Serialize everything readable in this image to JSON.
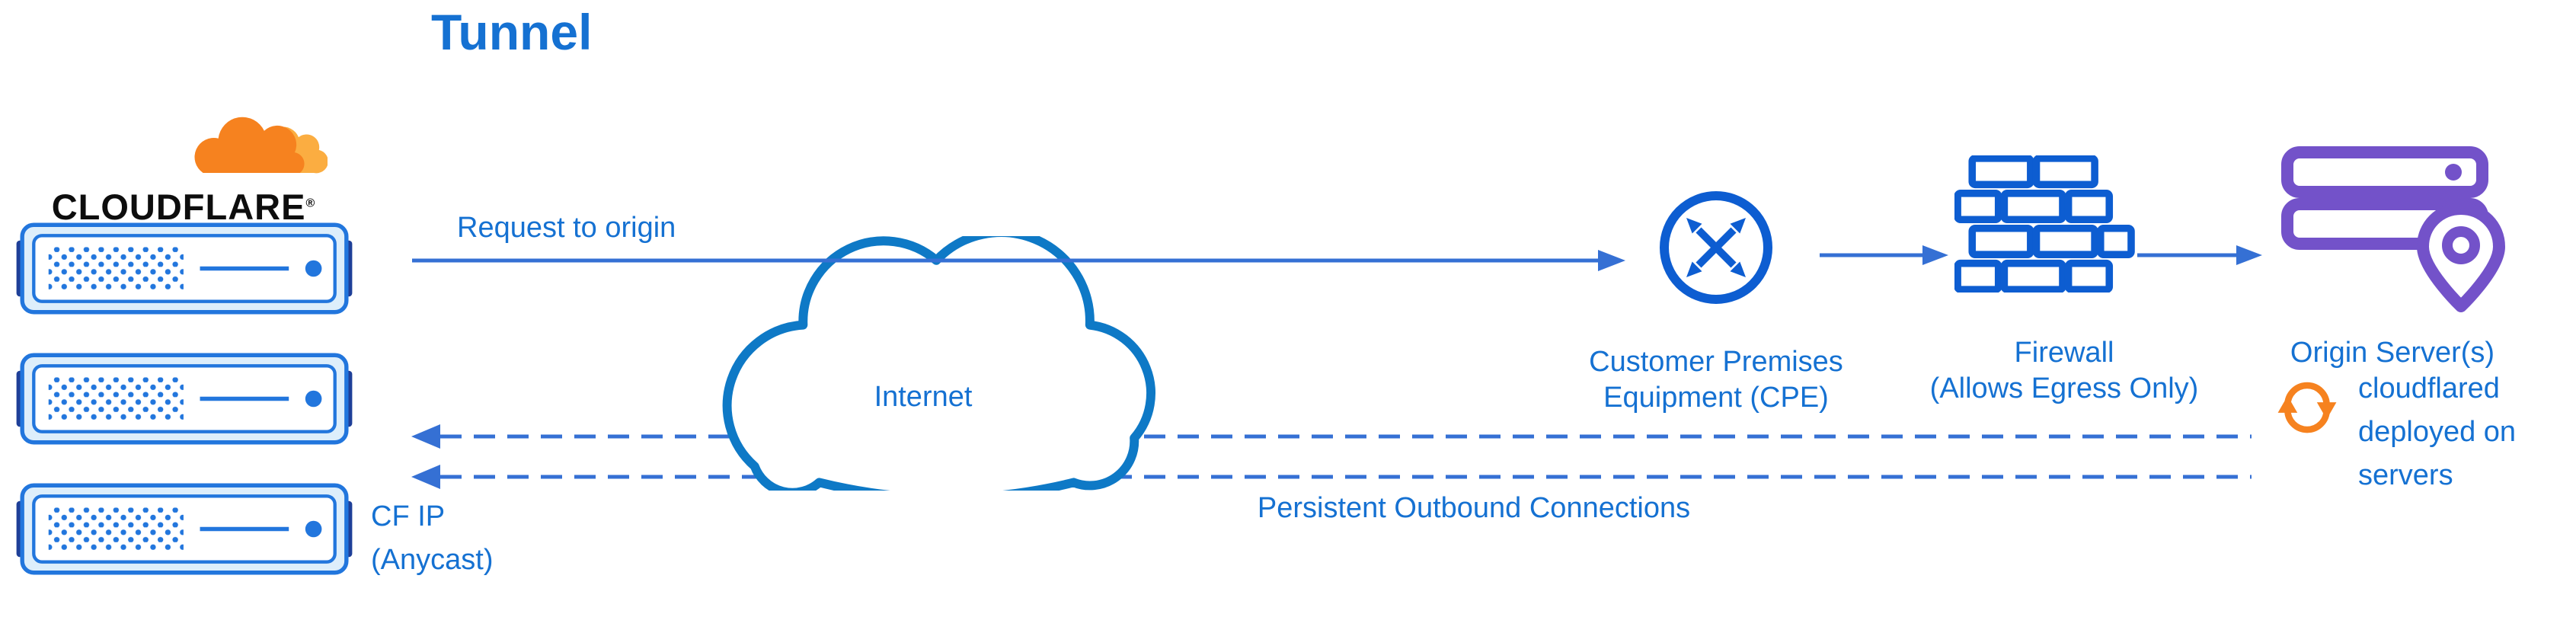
{
  "title": "Tunnel",
  "colors": {
    "text-blue": "#1571d2",
    "line-blue": "#3570d4",
    "icon-blue": "#0d5dd1",
    "cloud-blue": "#0e79c6",
    "server-border": "#2276dd",
    "server-tab": "#1e3f98",
    "server-fill": "#ddeefb",
    "purple": "#7352c9",
    "orange": "#f6821f",
    "orange-light": "#fbad41",
    "logo-black": "#0d0d0d"
  },
  "logo": {
    "wordmark": "CLOUDFLARE",
    "registered": "®"
  },
  "labels": {
    "request": "Request to origin",
    "internet": "Internet",
    "cpe_line1": "Customer Premises",
    "cpe_line2": "Equipment (CPE)",
    "firewall_line1": "Firewall",
    "firewall_line2": "(Allows Egress Only)",
    "origin": "Origin Server(s)",
    "cloudflared_line1": "cloudflared",
    "cloudflared_line2": "deployed on",
    "cloudflared_line3": "servers",
    "persistent": "Persistent Outbound Connections",
    "cfip_line1": "CF IP",
    "cfip_line2": "(Anycast)"
  },
  "icons": {
    "cloudflare_logo": "orange-cloud",
    "edge_server": "server-rack",
    "internet": "cloud-outline",
    "cpe": "circle-with-crossed-arrows",
    "firewall": "brick-wall",
    "origin_server": "server-stack-with-location-pin",
    "cloudflared": "sync-arrows"
  }
}
